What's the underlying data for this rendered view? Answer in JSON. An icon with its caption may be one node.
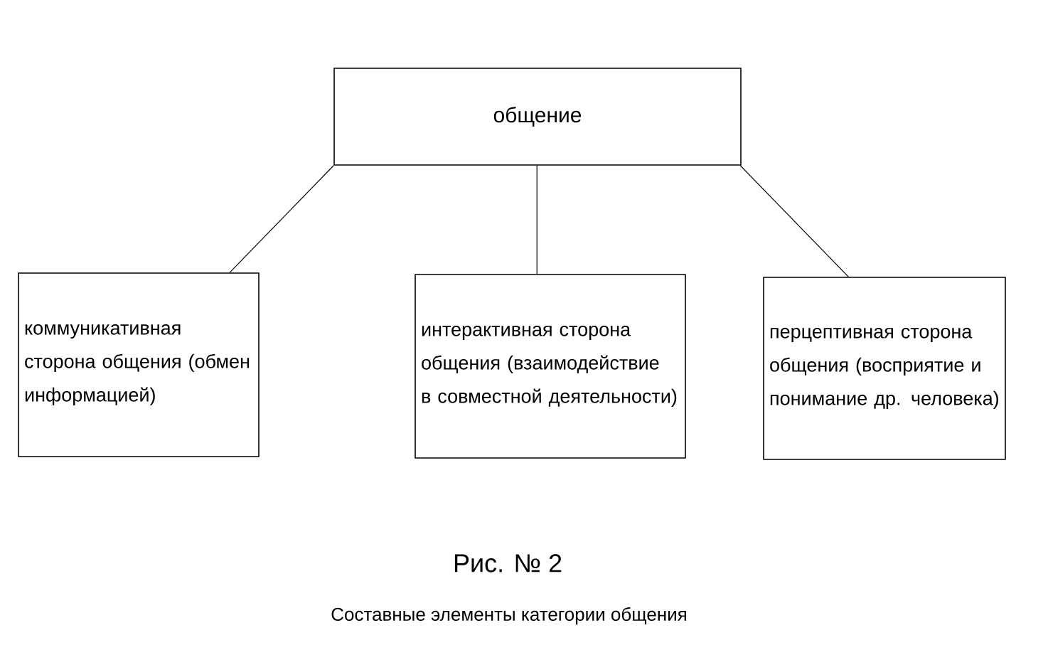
{
  "diagram": {
    "caption": "Составные элементы категории общения",
    "nodes": [
      {
        "text": [
          "общение"
        ]
      },
      {
        "text": [
          "коммуникативная сторона общения (обмен информацией)"
        ]
      },
      {
        "text": [
          "интерактивная сторона общения (взаимодействие в совместной деятельности)"
        ]
      },
      {
        "text": [
          "перцептивная сторона общения (восприятие и понимание др. человека)"
        ]
      }
    ],
    "edges": [
      {
        "from": 0,
        "to": 1,
        "arrow": "none"
      },
      {
        "from": 0,
        "to": 2,
        "arrow": "none"
      },
      {
        "from": 0,
        "to": 3,
        "arrow": "none"
      }
    ],
    "labels": [
      "Рис. № 2"
    ]
  }
}
